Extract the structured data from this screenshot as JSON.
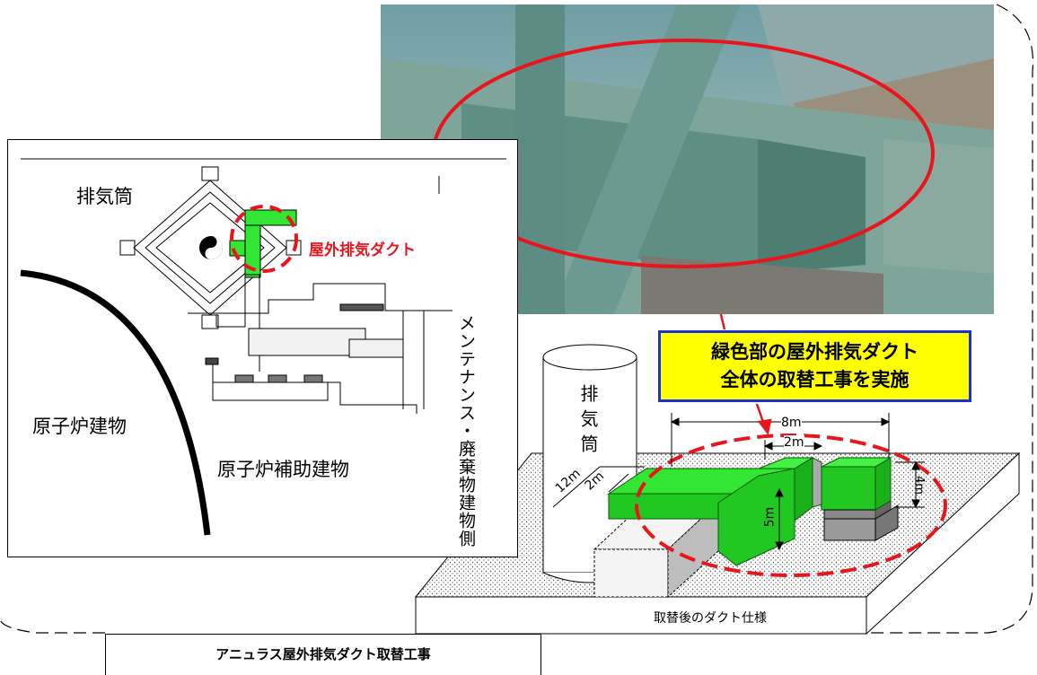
{
  "plan": {
    "stack_label": "排気筒",
    "outdoor_duct_label": "屋外排気ダクト",
    "reactor_building_label": "原子炉建物",
    "aux_building_label": "原子炉補助建物",
    "maintenance_building_label": "メンテナンス・廃棄物建物側"
  },
  "callout": {
    "line1": "緑色部の屋外排気ダクト",
    "line2": "全体の取替工事を実施"
  },
  "iso": {
    "stack_label": "排気筒",
    "dim_8m": "8m",
    "dim_2m_top": "2m",
    "dim_12m": "12m",
    "dim_2m_left": "2m",
    "dim_5m": "5m",
    "dim_4m": "4m",
    "spec_label": "取替後のダクト仕様"
  },
  "caption": "アニュラス屋外排気ダクト取替工事",
  "colors": {
    "duct_green": "#33e633",
    "annotation_red": "#e8161c",
    "callout_fill": "#ffff00",
    "callout_border": "#1f2fd6"
  }
}
